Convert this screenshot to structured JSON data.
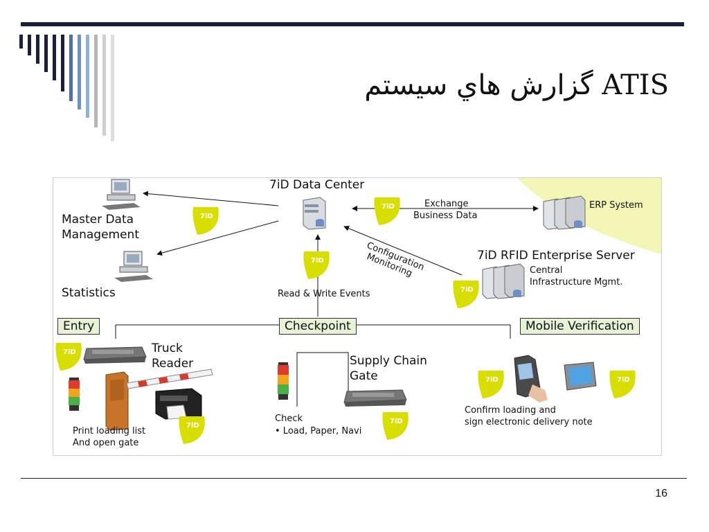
{
  "slide": {
    "title": "گزارش هاي سيستم ATIS",
    "page_number": "16"
  },
  "diagram": {
    "data_center": "7iD Data Center",
    "master_data": [
      "Master Data",
      "Management"
    ],
    "statistics": "Statistics",
    "exchange": [
      "Exchange",
      "Business Data"
    ],
    "erp": "ERP System",
    "configuration": [
      "Configuration",
      "Monitoring"
    ],
    "enterprise_server": "7iD RFID Enterprise Server",
    "central_infra": [
      "Central",
      "Infrastructure Mgmt."
    ],
    "read_write": "Read & Write Events",
    "entry": "Entry",
    "checkpoint": "Checkpoint",
    "mobile_verification": "Mobile Verification",
    "truck_reader": [
      "Truck",
      "Reader"
    ],
    "supply_chain_gate": [
      "Supply Chain",
      "Gate"
    ],
    "print_loading": [
      "Print loading list",
      "And open gate"
    ],
    "check": "Check",
    "check_items": "• Load, Paper, Navi",
    "confirm": [
      "Confirm loading and",
      "sign electronic delivery note"
    ],
    "badge_text": "7iD"
  },
  "colors": {
    "title_bar": "#1b1f3a",
    "badge_fill": "#d7de00",
    "label_box_fill": "#e7f2d6",
    "corner_fill": "#f4f6b5"
  }
}
